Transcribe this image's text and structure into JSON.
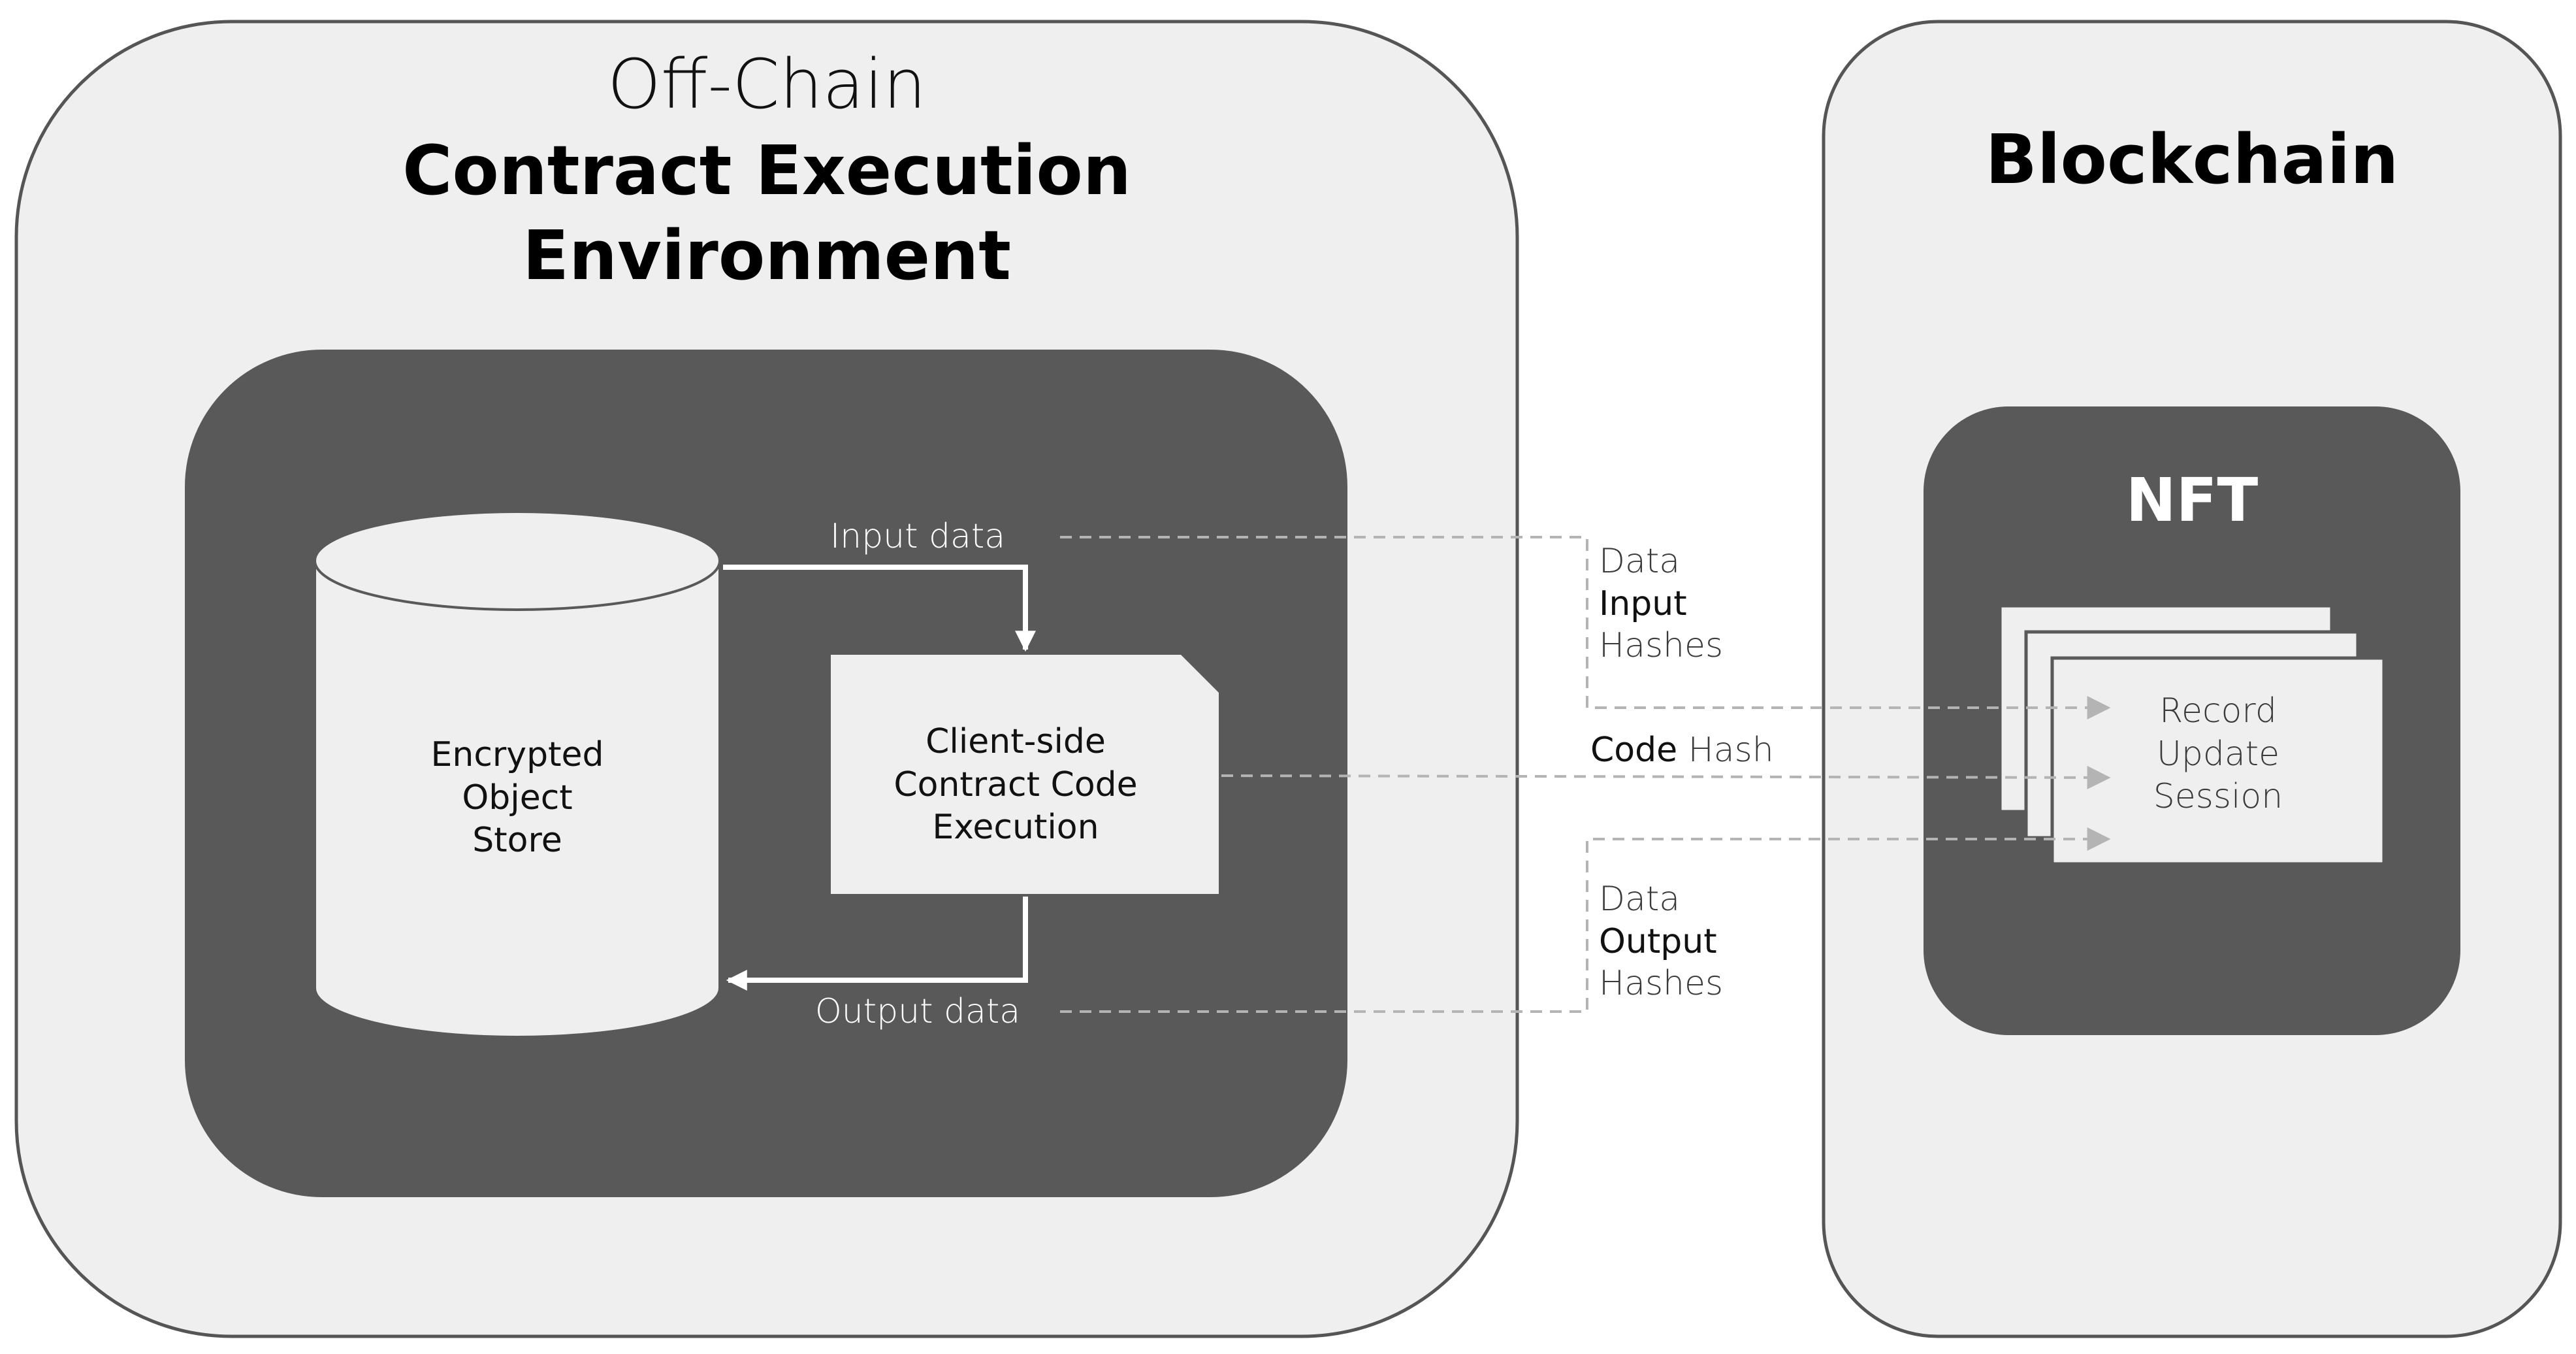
{
  "offchain": {
    "title_line1": "Off-Chain",
    "title_line2": "Contract Execution",
    "title_line3": "Environment",
    "store": {
      "line1": "Encrypted",
      "line2": "Object",
      "line3": "Store"
    },
    "execution": {
      "line1": "Client-side",
      "line2": "Contract Code",
      "line3": "Execution"
    },
    "input_label": "Input data",
    "output_label": "Output data"
  },
  "links": {
    "data_input": {
      "line1": "Data",
      "line2": "Input",
      "line3": "Hashes"
    },
    "code_hash": {
      "code": "Code",
      "hash": "Hash"
    },
    "data_output": {
      "line1": "Data",
      "line2": "Output",
      "line3": "Hashes"
    }
  },
  "blockchain": {
    "title": "Blockchain",
    "nft": {
      "title": "NFT",
      "record": {
        "line1": "Record",
        "line2": "Update",
        "line3": "Session"
      }
    }
  },
  "colors": {
    "panel_fill": "#efefef",
    "panel_stroke": "#555555",
    "dark_fill": "#595959",
    "light_fill": "#efefef",
    "dashed": "#b4b4b4",
    "text_dark": "#111111",
    "text_mid": "#3a3a3a",
    "text_white": "#ffffff"
  }
}
